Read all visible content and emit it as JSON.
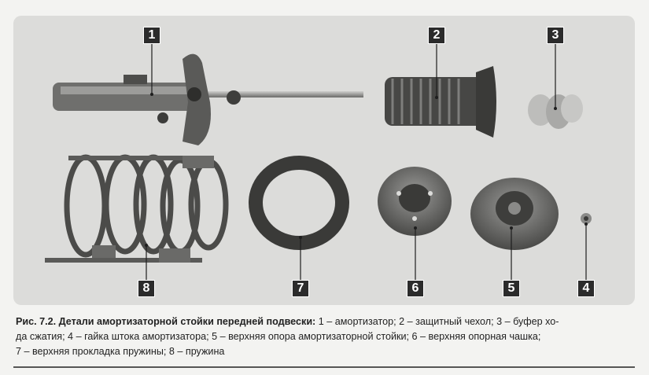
{
  "callouts": [
    "1",
    "2",
    "3",
    "4",
    "5",
    "6",
    "7",
    "8"
  ],
  "caption": {
    "title": "Рис. 7.2. Детали амортизаторной стойки передней подвески:",
    "items_line1": "1 – амортизатор; 2 – защитный чехол; 3 – буфер хо-",
    "items_line2": "да сжатия; 4 – гайка штока амортизатора; 5 – верхняя опора амортизаторной стойки; 6 – верхняя опорная чашка;",
    "items_line3": "7 – верхняя прокладка пружины; 8 – пружина"
  }
}
